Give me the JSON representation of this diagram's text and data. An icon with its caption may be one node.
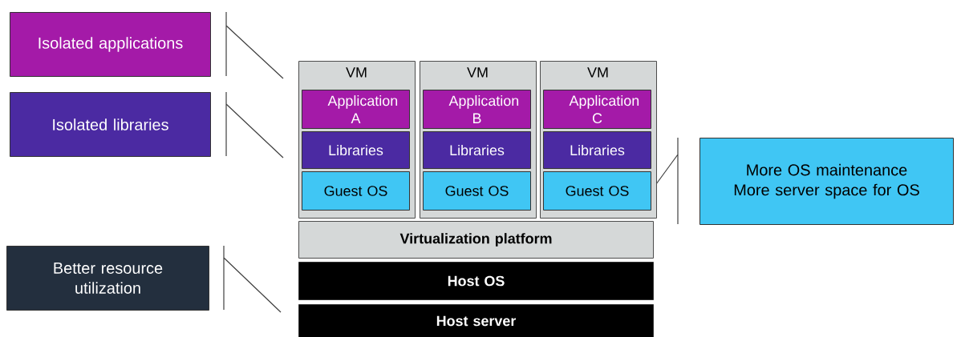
{
  "diagram": {
    "nodes": [
      {
        "text": [
          "Isolated applications"
        ]
      },
      {
        "text": [
          "Isolated libraries"
        ]
      },
      {
        "text": [
          "VM"
        ]
      },
      {
        "text": [
          "Application A"
        ],
        "in": 2
      },
      {
        "text": [
          "Libraries"
        ],
        "in": 2
      },
      {
        "text": [
          "Guest OS"
        ],
        "in": 2
      },
      {
        "text": [
          "VM"
        ]
      },
      {
        "text": [
          "Application B"
        ],
        "in": 6
      },
      {
        "text": [
          "Libraries"
        ],
        "in": 6
      },
      {
        "text": [
          "Guest OS"
        ],
        "in": 6
      },
      {
        "text": [
          "VM"
        ]
      },
      {
        "text": [
          "Application C"
        ],
        "in": 10
      },
      {
        "text": [
          "Libraries"
        ],
        "in": 10
      },
      {
        "text": [
          "Guest OS"
        ],
        "in": 10
      },
      {
        "text": [
          "More OS maintenance",
          "More server space for OS"
        ]
      },
      {
        "text": [
          "Virtualization platform"
        ]
      },
      {
        "text": [
          "Better resource utilization"
        ]
      },
      {
        "text": [
          "Host OS"
        ]
      },
      {
        "text": [
          "Host server"
        ]
      }
    ]
  }
}
